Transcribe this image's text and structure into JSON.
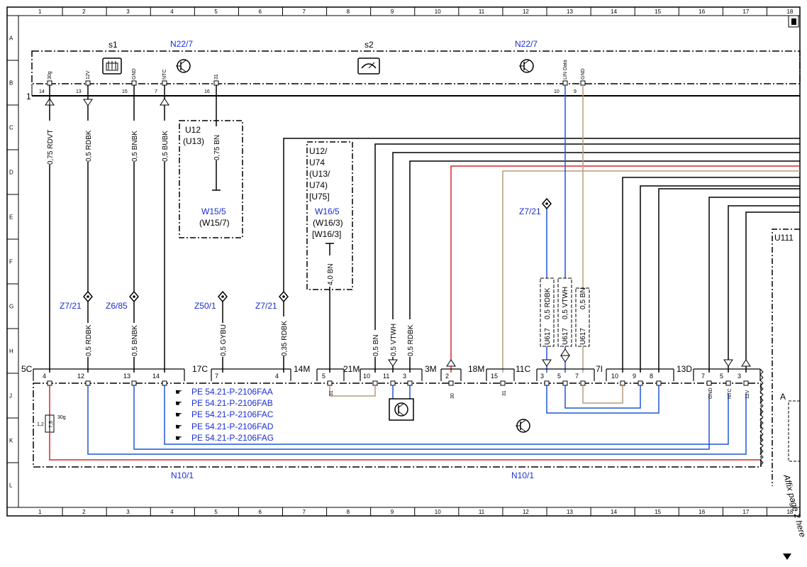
{
  "grid": {
    "columns": [
      "1",
      "2",
      "3",
      "4",
      "5",
      "6",
      "7",
      "8",
      "9",
      "10",
      "11",
      "12",
      "13",
      "14",
      "15",
      "16",
      "17",
      "18"
    ],
    "rows": [
      "A",
      "B",
      "C",
      "D",
      "E",
      "F",
      "G",
      "H",
      "J",
      "K",
      "L"
    ]
  },
  "top_box": {
    "s1": "s1",
    "s2": "s2",
    "n22_left": "N22/7",
    "n22_right": "N22/7",
    "row_num": "1",
    "pins": [
      {
        "pin": "14",
        "sig": "30g"
      },
      {
        "pin": "13",
        "sig": "12V"
      },
      {
        "pin": "15",
        "sig": "GND"
      },
      {
        "pin": "7",
        "sig": "NTC"
      },
      {
        "pin": "16",
        "sig": "31"
      },
      {
        "pin": "10",
        "sig": "LIN Data"
      },
      {
        "pin": "9",
        "sig": "GND"
      }
    ]
  },
  "wires_left": [
    "0,75 RDVT",
    "0,5 RDBK",
    "0,5 BNBK",
    "0,5 BUBK",
    "0,75 BN"
  ],
  "box_u12": {
    "lines": [
      "U12",
      "(U13)"
    ],
    "ground": "W15/5",
    "ground_alt": "(W15/7)"
  },
  "box_u74": {
    "lines": [
      "U12/",
      "U74",
      "(U13/",
      "U74)",
      "[U75]"
    ],
    "ground": "W16/5",
    "ground_alt1": "(W16/3)",
    "ground_alt2": "[W16/3]",
    "wire": "4,0 BN"
  },
  "connectors": [
    {
      "name": "Z7/21"
    },
    {
      "name": "Z6/85"
    },
    {
      "name": "Z50/1"
    },
    {
      "name": "Z7/21"
    },
    {
      "name": "Z7/21"
    }
  ],
  "wires_mid": [
    "0,5 RDBK",
    "0,5 BNBK",
    "0,5 GYBU",
    "0,35 RDBK",
    "0,5 BN",
    "0,5 VTWH",
    "0,5 RDBK"
  ],
  "u617": [
    {
      "tag": "U617",
      "wire": "0,5 RDBK"
    },
    {
      "tag": "U617",
      "wire": "0,5 VTWH"
    },
    {
      "tag": "U617",
      "wire": "0,5 BN"
    }
  ],
  "bottom_conn": {
    "groups": [
      "5C",
      "17C",
      "14M",
      "21M",
      "3M",
      "18M",
      "11C",
      "7I",
      "13D"
    ],
    "pins": [
      "4",
      "12",
      "13",
      "14",
      "7",
      "4",
      "5",
      "10",
      "11",
      "3",
      "2",
      "15",
      "3",
      "5",
      "7",
      "10",
      "9",
      "8",
      "7",
      "5",
      "3"
    ],
    "sub_labels": [
      "31",
      "30",
      "31",
      "GND",
      "NTC",
      "12V"
    ]
  },
  "fuse": {
    "rating": "7,5",
    "id": "1,2",
    "sig": "30g"
  },
  "refs": [
    "PE 54.21-P-2106FAA",
    "PE 54.21-P-2106FAB",
    "PE 54.21-P-2106FAC",
    "PE 54.21-P-2106FAD",
    "PE 54.21-P-2106FAG"
  ],
  "module": {
    "left": "N10/1",
    "right": "N10/1"
  },
  "u111": "U111",
  "a_label": "A",
  "affix": "Affix page 2 here",
  "colors": {
    "red": "#d9262a",
    "blue": "#1f56d6",
    "tan": "#b89a7a",
    "text_blue": "#1a2ed6"
  }
}
